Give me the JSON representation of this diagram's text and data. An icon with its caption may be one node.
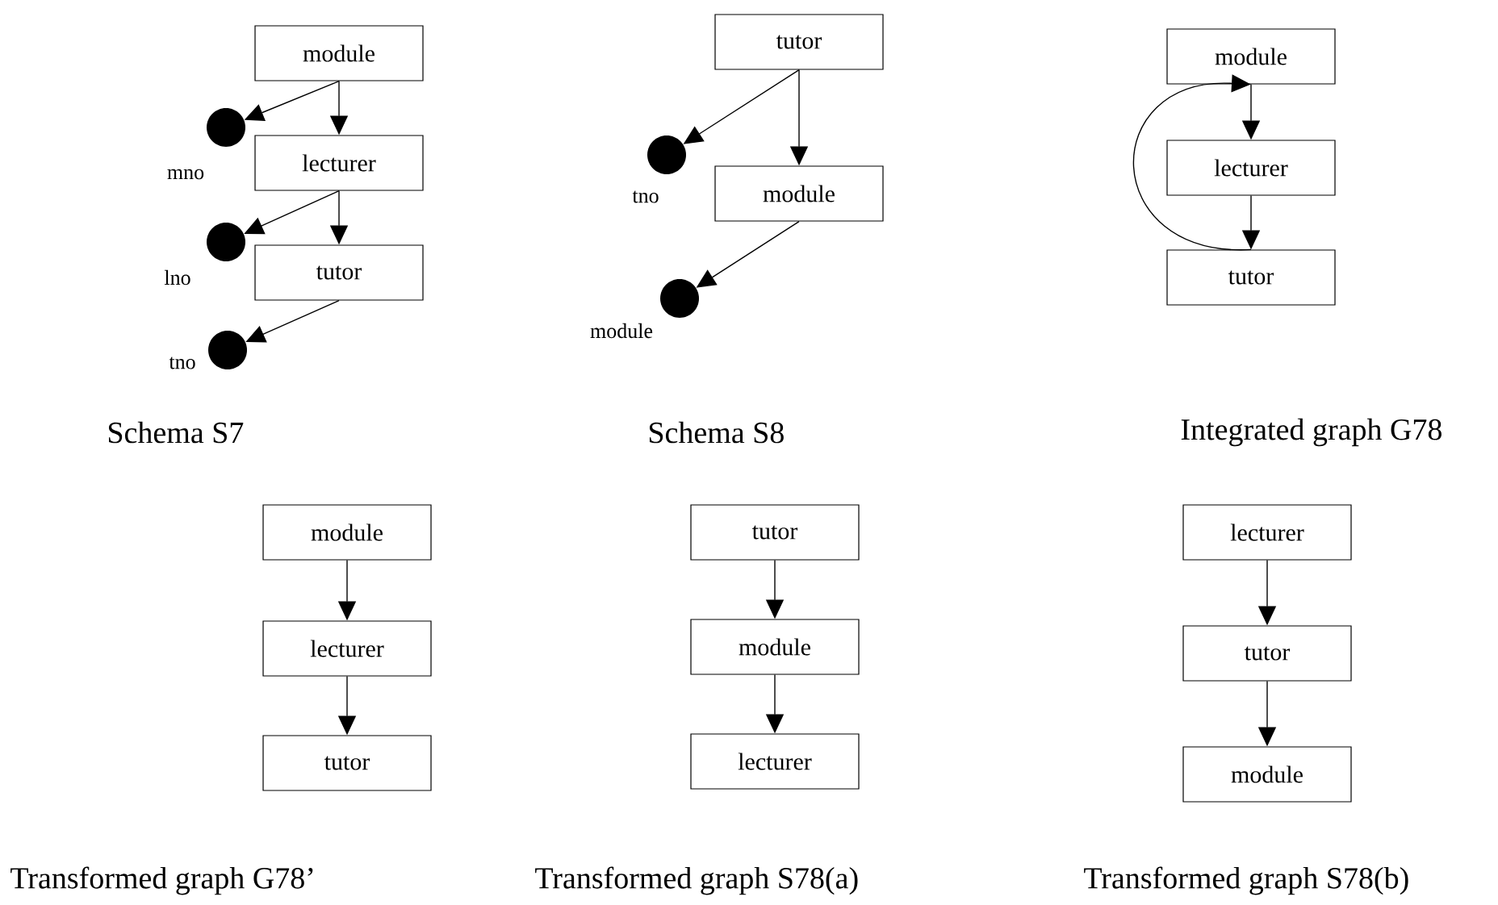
{
  "diagram": {
    "nodes": [
      {
        "text": [
          "module"
        ]
      },
      {
        "text": [
          "lecturer"
        ]
      },
      {
        "text": [
          "tutor"
        ]
      },
      {
        "text": [],
        "shape": "circle",
        "beside": [
          "mno"
        ]
      },
      {
        "text": [],
        "shape": "circle",
        "beside": [
          "lno"
        ]
      },
      {
        "text": [],
        "shape": "circle",
        "beside": [
          "tno"
        ]
      },
      {
        "text": [
          "tutor"
        ]
      },
      {
        "text": [
          "module"
        ]
      },
      {
        "text": [],
        "shape": "circle",
        "beside": [
          "tno"
        ]
      },
      {
        "text": [],
        "shape": "circle",
        "beside": [
          "module"
        ]
      },
      {
        "text": [
          "module"
        ]
      },
      {
        "text": [
          "lecturer"
        ]
      },
      {
        "text": [
          "tutor"
        ]
      },
      {
        "text": [
          "module"
        ]
      },
      {
        "text": [
          "lecturer"
        ]
      },
      {
        "text": [
          "tutor"
        ]
      },
      {
        "text": [
          "tutor"
        ]
      },
      {
        "text": [
          "module"
        ]
      },
      {
        "text": [
          "lecturer"
        ]
      },
      {
        "text": [
          "lecturer"
        ]
      },
      {
        "text": [
          "tutor"
        ]
      },
      {
        "text": [
          "module"
        ]
      }
    ],
    "edges": [
      {
        "from": 0,
        "to": 1,
        "arrow": "to"
      },
      {
        "from": 0,
        "to": 3,
        "arrow": "to"
      },
      {
        "from": 1,
        "to": 2,
        "arrow": "to"
      },
      {
        "from": 1,
        "to": 4,
        "arrow": "to"
      },
      {
        "from": 2,
        "to": 5,
        "arrow": "to"
      },
      {
        "from": 6,
        "to": 7,
        "arrow": "to"
      },
      {
        "from": 6,
        "to": 8,
        "arrow": "to"
      },
      {
        "from": 7,
        "to": 9,
        "arrow": "to"
      },
      {
        "from": 10,
        "to": 11,
        "arrow": "to"
      },
      {
        "from": 11,
        "to": 12,
        "arrow": "to"
      },
      {
        "from": 12,
        "to": 10,
        "arrow": "to"
      },
      {
        "from": 13,
        "to": 14,
        "arrow": "to"
      },
      {
        "from": 14,
        "to": 15,
        "arrow": "to"
      },
      {
        "from": 16,
        "to": 17,
        "arrow": "to"
      },
      {
        "from": 17,
        "to": 18,
        "arrow": "to"
      },
      {
        "from": 19,
        "to": 20,
        "arrow": "to"
      },
      {
        "from": 20,
        "to": 21,
        "arrow": "to"
      }
    ],
    "labels": [
      "Schema S7",
      "Schema S8",
      "Integrated graph G78",
      "Transformed graph G78’",
      "Transformed graph S78(a)",
      "Transformed graph S78(b)"
    ]
  }
}
